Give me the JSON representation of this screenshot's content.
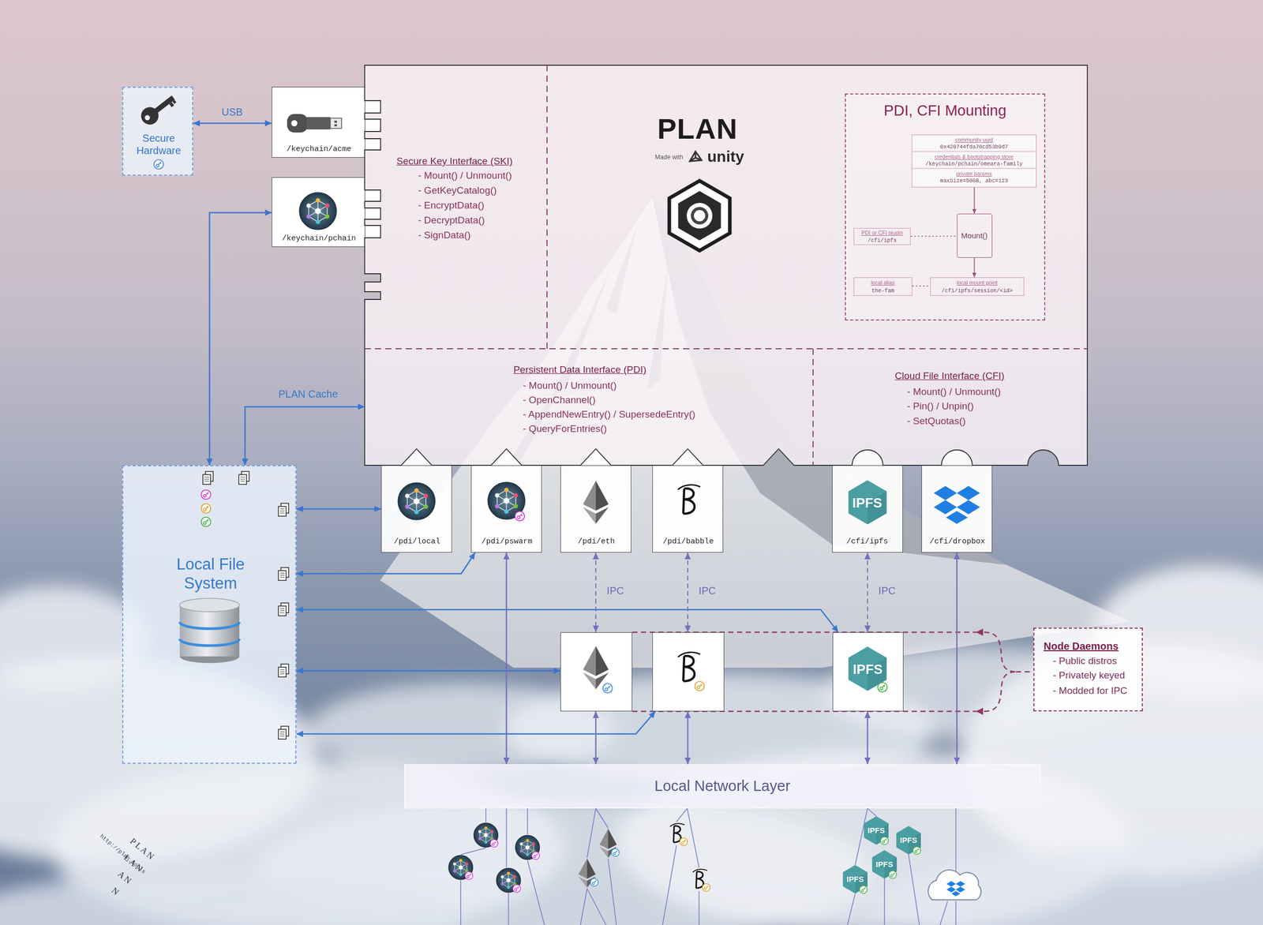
{
  "diagram": {
    "nodes": [
      {
        "text": [
          "Secure Hardware"
        ]
      },
      {
        "text": [
          "/keychain/acme"
        ]
      },
      {
        "text": [
          "/keychain/pchain"
        ]
      },
      {
        "text": [
          "PLAN",
          "Made with",
          "unity"
        ]
      },
      {
        "text": [
          "Secure Key Interface (SKI)",
          "- Mount() / Unmount()",
          "- GetKeyCatalog()",
          "- EncryptData()",
          "- DecryptData()",
          "- SignData()"
        ],
        "in": 3
      },
      {
        "text": [
          "PDI, CFI Mounting"
        ],
        "in": 3
      },
      {
        "text": [
          "community uuid",
          "0x420744fda70cd53b9d7",
          "credentials & bootstrapping store",
          "/keychain/pchain/omeara-family",
          "private params",
          "maxSize=50GB, abc=123"
        ],
        "in": 5
      },
      {
        "text": [
          "PDI or CFI plugin",
          "/cfi/ipfs"
        ],
        "in": 5
      },
      {
        "text": [
          "Mount()"
        ],
        "in": 5
      },
      {
        "text": [
          "local alias",
          "the-fam"
        ],
        "in": 5
      },
      {
        "text": [
          "local mount point",
          "/cfi/ipfs/session/<id>"
        ],
        "in": 5
      },
      {
        "text": [
          "Persistent Data Interface (PDI)",
          "- Mount() / Unmount()",
          "- OpenChannel()",
          "- AppendNewEntry() / SupersedeEntry()",
          "- QueryForEntries()"
        ],
        "in": 3
      },
      {
        "text": [
          "Cloud File Interface (CFI)",
          "- Mount() / Unmount()",
          "- Pin() / Unpin()",
          "- SetQuotas()"
        ],
        "in": 3
      },
      {
        "text": [
          "/pdi/local"
        ]
      },
      {
        "text": [
          "/pdi/pswarm"
        ]
      },
      {
        "text": [
          "/pdi/eth"
        ]
      },
      {
        "text": [
          "/pdi/babble"
        ]
      },
      {
        "text": [
          "IPFS",
          "/cfi/ipfs"
        ]
      },
      {
        "text": [
          "/cfi/dropbox"
        ]
      },
      {
        "text": [
          "Local File System"
        ]
      },
      {
        "text": []
      },
      {
        "text": []
      },
      {
        "text": [
          "IPFS"
        ]
      },
      {
        "text": [
          "Node Daemons",
          "- Public distros",
          "- Privately keyed",
          "- Modded for IPC"
        ]
      },
      {
        "text": [
          "Local Network Layer"
        ]
      }
    ],
    "edges": [
      {
        "from": 0,
        "to": 1,
        "arrow": "both",
        "label": "USB"
      },
      {
        "from": 19,
        "to": 2,
        "arrow": "both"
      },
      {
        "from": 19,
        "to": 3,
        "arrow": "both",
        "label": "PLAN Cache"
      },
      {
        "from": 19,
        "to": 13,
        "arrow": "both"
      },
      {
        "from": 19,
        "to": 14,
        "arrow": "both"
      },
      {
        "from": 19,
        "to": 22,
        "arrow": "both"
      },
      {
        "from": 19,
        "to": 20,
        "arrow": "both"
      },
      {
        "from": 19,
        "to": 21,
        "arrow": "both"
      },
      {
        "from": 15,
        "to": 20,
        "arrow": "both",
        "label": "IPC"
      },
      {
        "from": 16,
        "to": 21,
        "arrow": "both",
        "label": "IPC"
      },
      {
        "from": 17,
        "to": 22,
        "arrow": "both",
        "label": "IPC"
      },
      {
        "from": 14,
        "to": 24,
        "arrow": "both"
      },
      {
        "from": 20,
        "to": 24,
        "arrow": "both"
      },
      {
        "from": 21,
        "to": 24,
        "arrow": "both"
      },
      {
        "from": 22,
        "to": 24,
        "arrow": "both"
      },
      {
        "from": 18,
        "to": 24,
        "arrow": "both"
      },
      {
        "from": 6,
        "to": 8,
        "arrow": "to"
      },
      {
        "from": 7,
        "to": 8,
        "arrow": "none"
      },
      {
        "from": 8,
        "to": 10,
        "arrow": "to"
      },
      {
        "from": 9,
        "to": 10,
        "arrow": "none"
      }
    ],
    "labels": [
      "IPFS",
      "IPFS",
      "IPFS",
      "IPFS",
      "http://plan.tools",
      "P L A N",
      "L A N",
      "A N",
      "N"
    ]
  }
}
